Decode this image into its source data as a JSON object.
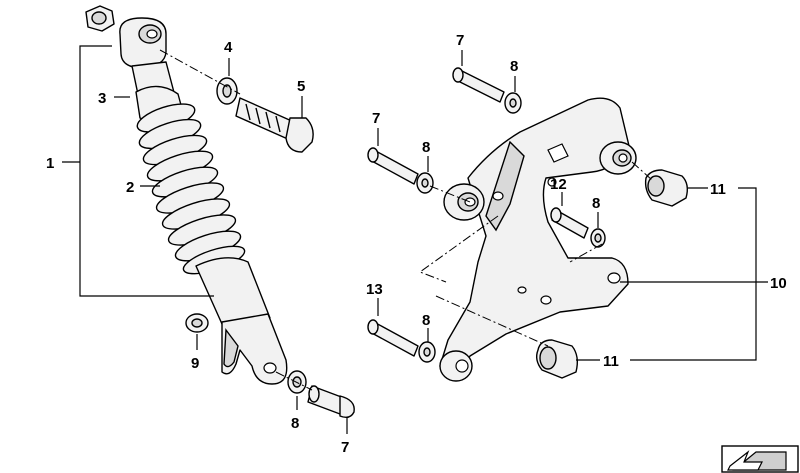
{
  "callouts": {
    "c1": "1",
    "c2": "2",
    "c3": "3",
    "c4": "4",
    "c5": "5",
    "c7a": "7",
    "c7b": "7",
    "c7c": "7",
    "c8a": "8",
    "c8b": "8",
    "c8c": "8",
    "c8d": "8",
    "c8e": "8",
    "c9": "9",
    "c10": "10",
    "c11a": "11",
    "c11b": "11",
    "c12": "12",
    "c13": "13"
  },
  "corner_icon": "arrow-symbol-icon"
}
